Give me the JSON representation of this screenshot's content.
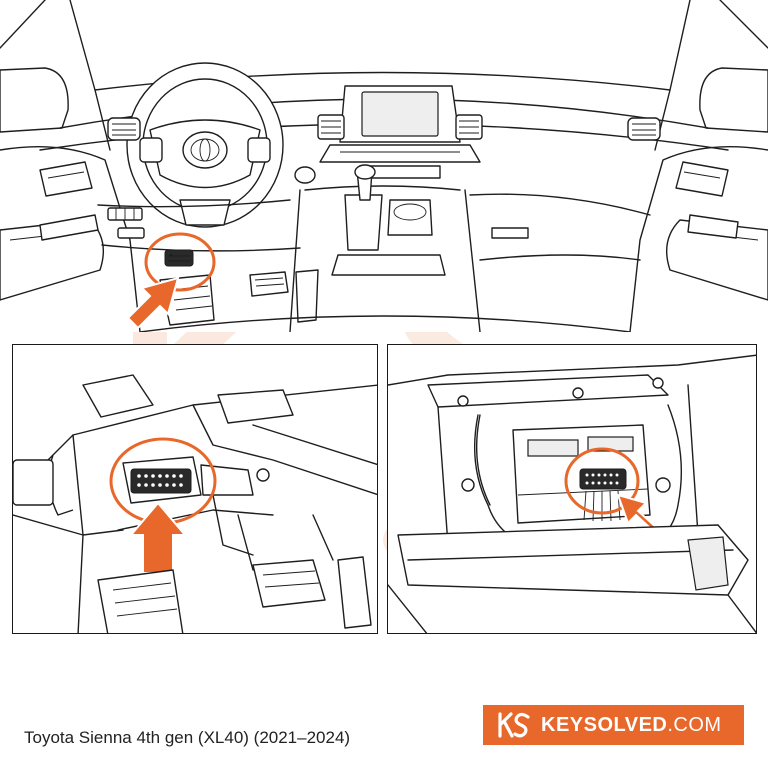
{
  "caption": "Toyota Sienna 4th gen (XL40) (2021–2024)",
  "brand": {
    "name": "KEYSOLVED",
    "domain": ".COM",
    "logo_icon": "ks-logo-icon",
    "accent_color": "#e8672a"
  },
  "panels": {
    "overview": {
      "icon": "dashboard-overview"
    },
    "under_dash": {
      "icon": "obd-port-under-dash"
    },
    "glovebox": {
      "icon": "glovebox-connector"
    }
  },
  "colors": {
    "line": "#1e1e1e",
    "highlight": "#e8672a",
    "watermark": "#f6d2bf"
  }
}
